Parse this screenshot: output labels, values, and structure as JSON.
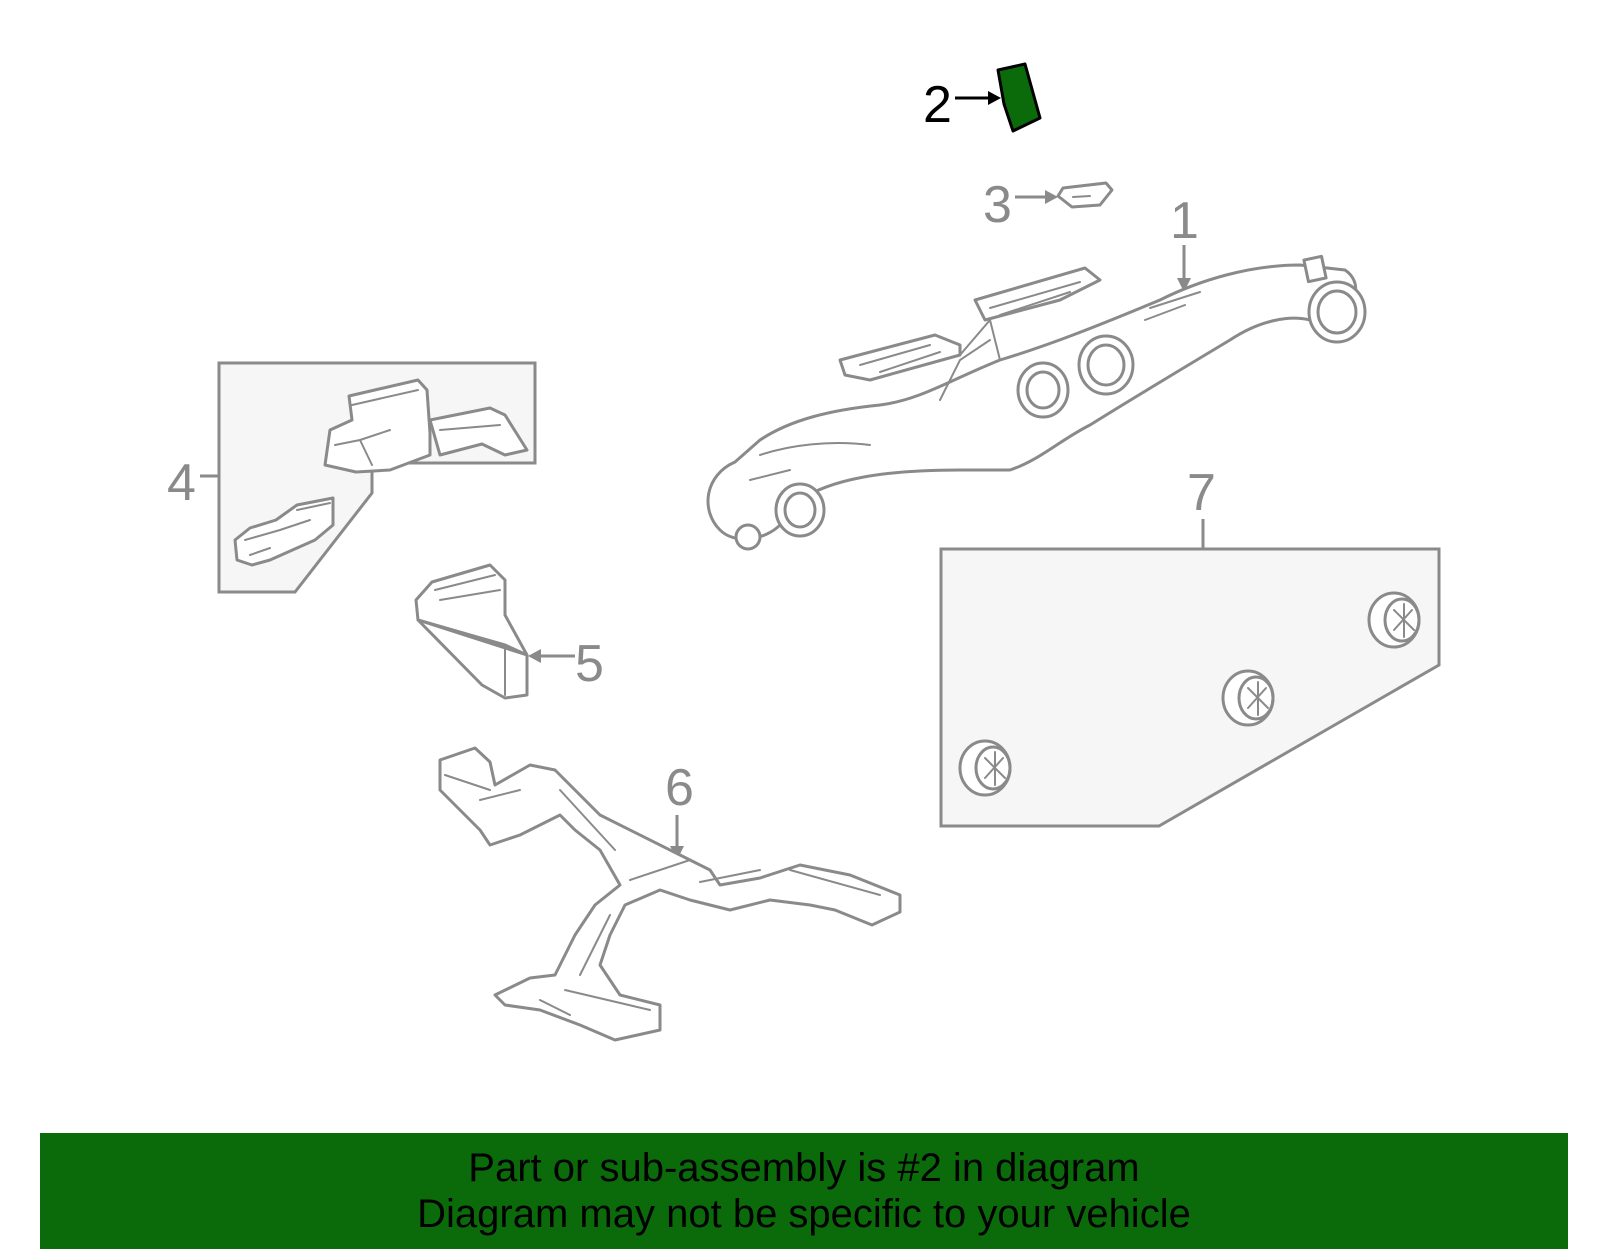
{
  "diagram": {
    "highlight_color": "#0b6b0b",
    "highlighted_part": "2",
    "callouts": [
      "1",
      "2",
      "3",
      "4",
      "5",
      "6",
      "7"
    ]
  },
  "banner": {
    "line1": "Part or sub-assembly is #2 in diagram",
    "line2": "Diagram may not be specific to your vehicle",
    "background": "#0b6b0b"
  }
}
